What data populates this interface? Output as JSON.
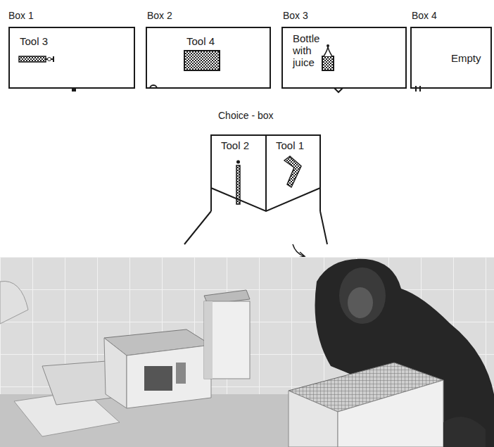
{
  "diagram": {
    "nodes": [
      {
        "text": [
          "Box 1",
          "Tool 3"
        ]
      },
      {
        "text": [
          "Box 2",
          "Tool 4"
        ]
      },
      {
        "text": [
          "Box 3",
          "Bottle with juice"
        ]
      },
      {
        "text": [
          "Box 4",
          "Empty"
        ]
      },
      {
        "text": [
          "Choice - box"
        ]
      },
      {
        "text": [
          "Tool 2"
        ],
        "in": 4
      },
      {
        "text": [
          "Tool 1"
        ],
        "in": 4
      }
    ]
  }
}
